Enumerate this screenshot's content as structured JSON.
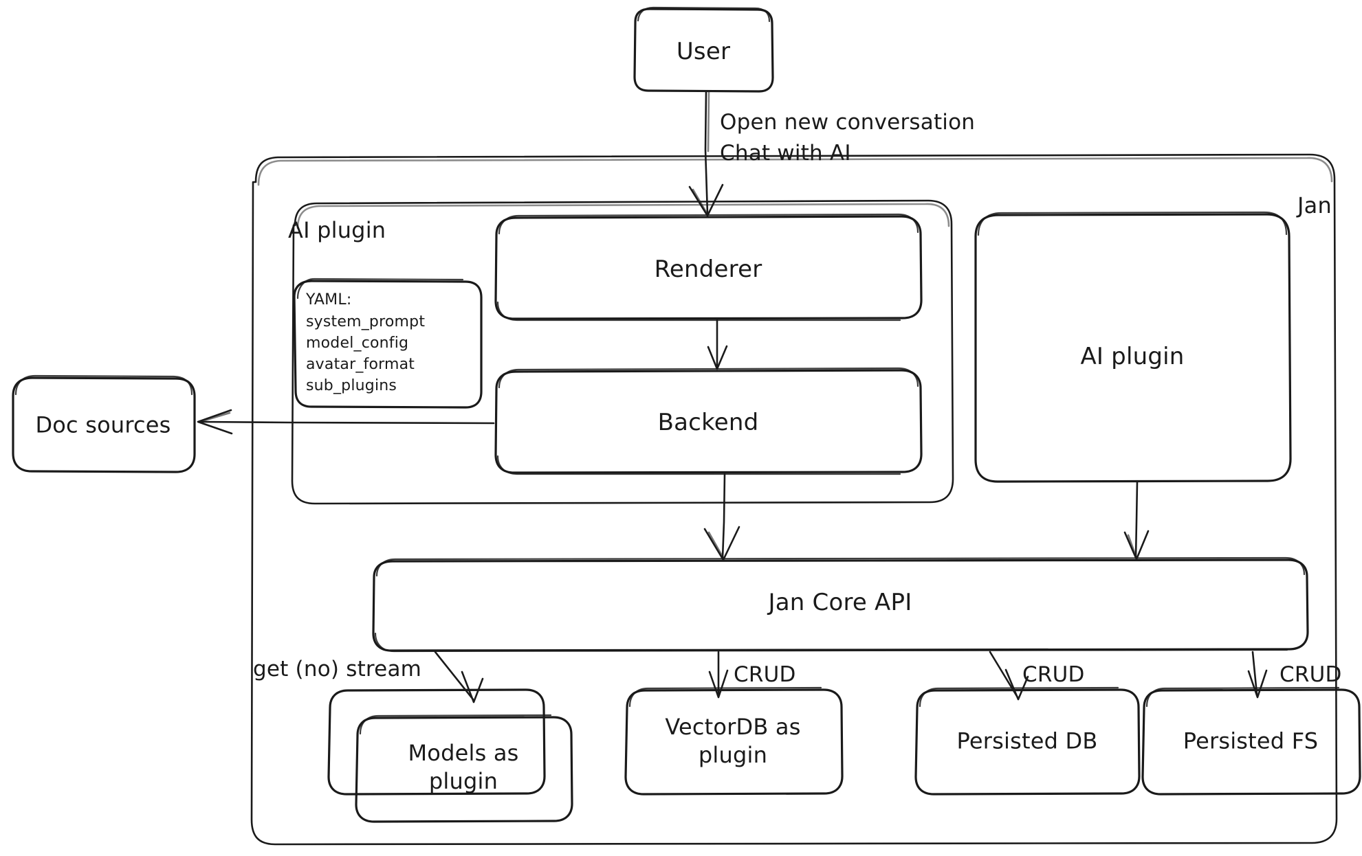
{
  "diagram": {
    "title": "Jan architecture overview",
    "style": "hand-drawn",
    "stroke_color": "#1a1a1a",
    "background_color": "#ffffff",
    "nodes": {
      "user": "User",
      "renderer": "Renderer",
      "backend": "Backend",
      "ai_plugin_right": "AI plugin",
      "jan_core_api": "Jan Core API",
      "models_as_plugin": "Models as\nplugin",
      "vectordb_as_plugin": "VectorDB as\nplugin",
      "persisted_db": "Persisted DB",
      "persisted_fs": "Persisted FS",
      "doc_sources": "Doc sources"
    },
    "groups": {
      "jan": "Jan",
      "ai_plugin": "AI plugin"
    },
    "yaml_note": {
      "header": "YAML:",
      "lines": [
        "system_prompt",
        "model_config",
        "avatar_format",
        "sub_plugins"
      ]
    },
    "edges": {
      "user_to_renderer_line1": "Open new conversation",
      "user_to_renderer_line2": "Chat with AI",
      "models_edge": "get (no) stream",
      "vectordb_edge": "CRUD",
      "persisted_db_edge": "CRUD",
      "persisted_fs_edge": "CRUD"
    }
  }
}
